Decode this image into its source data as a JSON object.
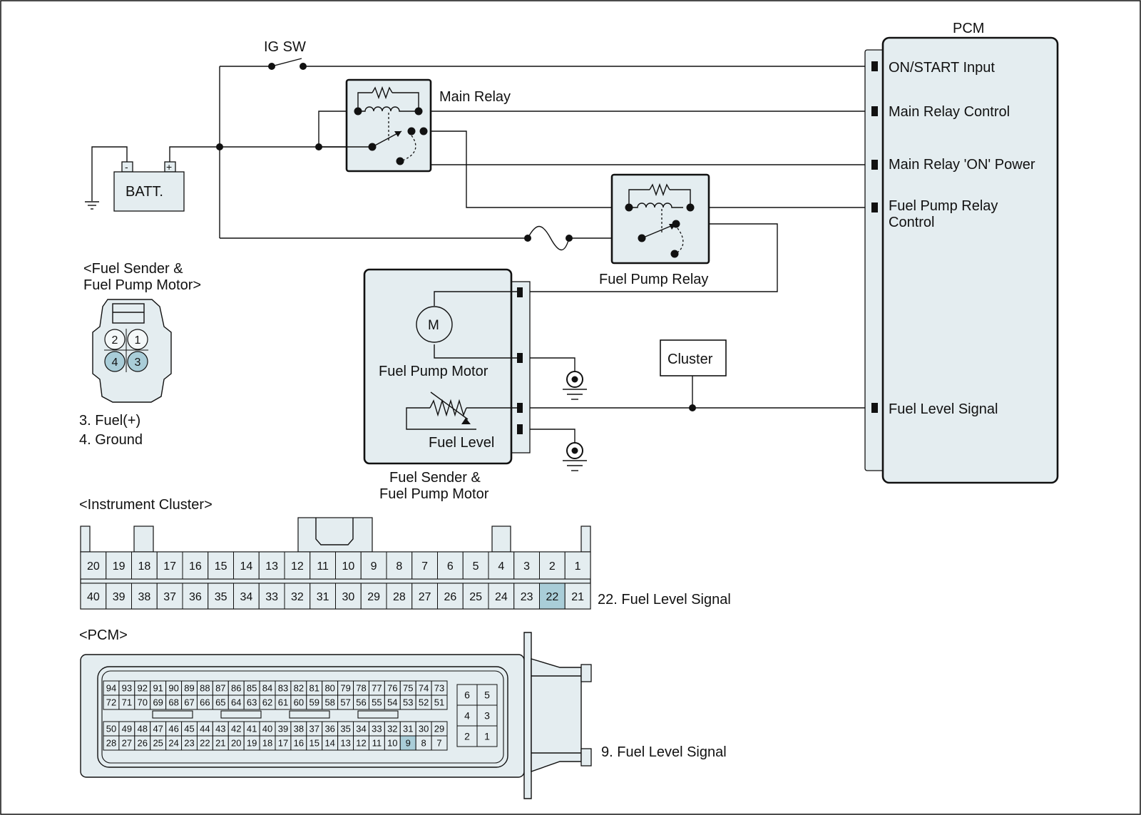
{
  "labels": {
    "pcm_title": "PCM",
    "ig_sw": "IG SW",
    "batt": "BATT.",
    "main_relay": "Main Relay",
    "fuel_pump_relay": "Fuel Pump Relay",
    "cluster": "Cluster",
    "motor_symbol": "M",
    "fuel_pump_motor": "Fuel Pump Motor",
    "fuel_level": "Fuel Level",
    "sender_caption_1": "Fuel Sender &",
    "sender_caption_2": "Fuel Pump Motor",
    "minus": "-",
    "plus": "+"
  },
  "pcm_inputs": {
    "on_start": "ON/START Input",
    "main_relay_control": "Main Relay Control",
    "main_relay_on_power": "Main Relay 'ON' Power",
    "fuel_pump_relay_control_1": "Fuel Pump Relay",
    "fuel_pump_relay_control_2": "Control",
    "fuel_level_signal": "Fuel Level Signal"
  },
  "fuel_sender_connector": {
    "title_1": "<Fuel Sender &",
    "title_2": "Fuel Pump Motor>",
    "pins": [
      "2",
      "1",
      "4",
      "3"
    ],
    "highlighted": [
      "4",
      "3"
    ],
    "note_1": "3. Fuel(+)",
    "note_2": "4. Ground"
  },
  "instrument_cluster": {
    "title": "<Instrument Cluster>",
    "row_top": [
      "20",
      "19",
      "18",
      "17",
      "16",
      "15",
      "14",
      "13",
      "12",
      "11",
      "10",
      "9",
      "8",
      "7",
      "6",
      "5",
      "4",
      "3",
      "2",
      "1"
    ],
    "row_bottom": [
      "40",
      "39",
      "38",
      "37",
      "36",
      "35",
      "34",
      "33",
      "32",
      "31",
      "30",
      "29",
      "28",
      "27",
      "26",
      "25",
      "24",
      "23",
      "22",
      "21"
    ],
    "highlighted": [
      "22"
    ],
    "note": "22. Fuel Level Signal"
  },
  "pcm_connector": {
    "title": "<PCM>",
    "row1": [
      "94",
      "93",
      "92",
      "91",
      "90",
      "89",
      "88",
      "87",
      "86",
      "85",
      "84",
      "83",
      "82",
      "81",
      "80",
      "79",
      "78",
      "77",
      "76",
      "75",
      "74",
      "73"
    ],
    "row2": [
      "72",
      "71",
      "70",
      "69",
      "68",
      "67",
      "66",
      "65",
      "64",
      "63",
      "62",
      "61",
      "60",
      "59",
      "58",
      "57",
      "56",
      "55",
      "54",
      "53",
      "52",
      "51"
    ],
    "row3": [
      "50",
      "49",
      "48",
      "47",
      "46",
      "45",
      "44",
      "43",
      "42",
      "41",
      "40",
      "39",
      "38",
      "37",
      "36",
      "35",
      "34",
      "33",
      "32",
      "31",
      "30",
      "29"
    ],
    "row4": [
      "28",
      "27",
      "26",
      "25",
      "24",
      "23",
      "22",
      "21",
      "20",
      "19",
      "18",
      "17",
      "16",
      "15",
      "14",
      "13",
      "12",
      "11",
      "10",
      "9",
      "8",
      "7"
    ],
    "small_block": [
      "6",
      "5",
      "4",
      "3",
      "2",
      "1"
    ],
    "highlighted": [
      "9"
    ],
    "note": "9. Fuel Level Signal"
  },
  "colors": {
    "fill": "#e4edf0",
    "highlight": "#a9cdd8",
    "line": "#111111"
  }
}
